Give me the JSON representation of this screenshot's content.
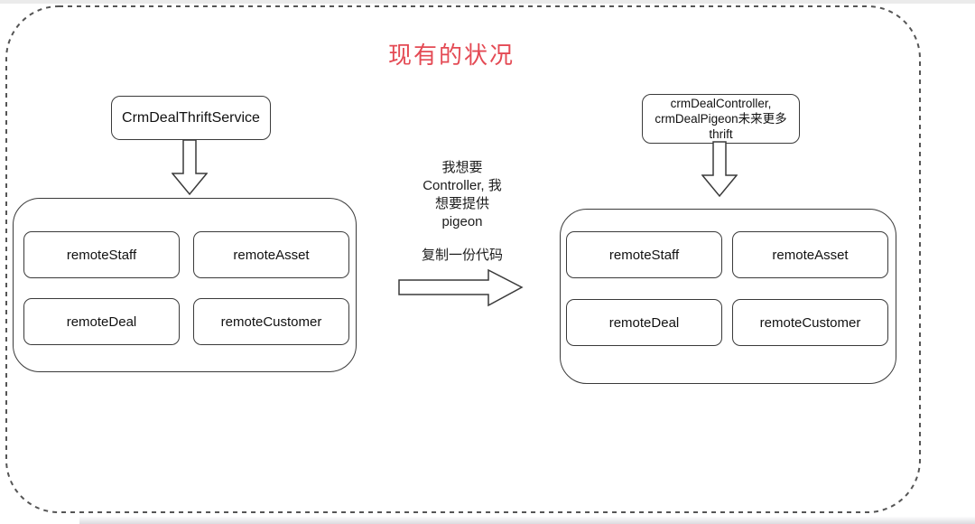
{
  "title": {
    "text": "现有的状况",
    "color": "#e44a54"
  },
  "left_diagram": {
    "label": "CrmDealThriftService",
    "services": [
      "remoteStaff",
      "remoteAsset",
      "remoteDeal",
      "remoteCustomer"
    ]
  },
  "right_diagram": {
    "label_lines": [
      "crmDealController,",
      "crmDealPigeon未来更多",
      "thrift"
    ],
    "services": [
      "remoteStaff",
      "remoteAsset",
      "remoteDeal",
      "remoteCustomer"
    ]
  },
  "middle": {
    "note_lines": [
      "我想要",
      "Controller, 我",
      "想要提供",
      "pigeon"
    ],
    "action_label": "复制一份代码"
  },
  "icons": {
    "left_flow": "down-arrow-icon",
    "right_flow": "down-arrow-icon",
    "copy_flow": "right-arrow-icon"
  },
  "colors": {
    "accent_red": "#e44a54",
    "line": "#3a3a3a",
    "background": "#ffffff",
    "dashed_border": "#555555"
  }
}
